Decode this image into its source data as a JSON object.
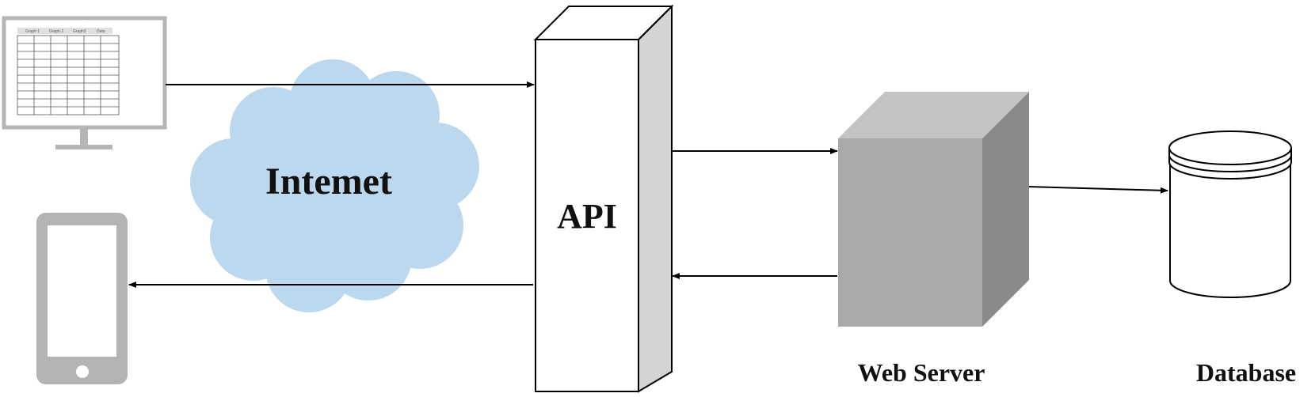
{
  "labels": {
    "cloud": "Intemet",
    "api": "API",
    "web_server": "Web Server",
    "database": "Database"
  },
  "monitor_tabs": [
    "Graph 1",
    "Graph 2",
    "Graph3",
    "Data"
  ],
  "colors": {
    "cloud": "#bcd8ee",
    "server_front": "#a9a9a9",
    "server_top": "#c4c4c4",
    "server_side": "#8a8a8a",
    "api_side": "#d4d4d4",
    "device_gray": "#b3b3b3"
  }
}
